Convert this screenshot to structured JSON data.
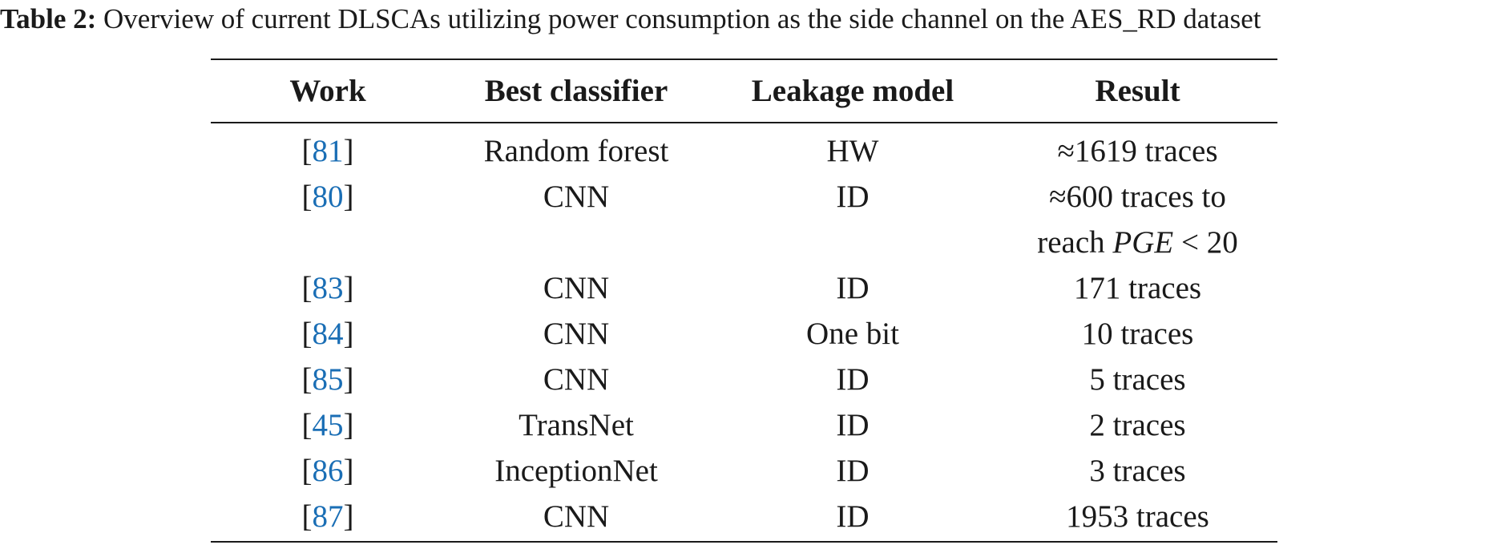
{
  "caption": {
    "label": "Table 2:",
    "text": "Overview of current DLSCAs utilizing power consumption as the side channel on the AES_RD dataset"
  },
  "table": {
    "headers": [
      "Work",
      "Best classifier",
      "Leakage model",
      "Result"
    ],
    "rows": [
      {
        "ref": "81",
        "classifier": "Random forest",
        "model": "HW",
        "result_line1": "≈1619 traces"
      },
      {
        "ref": "80",
        "classifier": "CNN",
        "model": "ID",
        "result_line1": "≈600 traces to",
        "result_line2_pre": "reach ",
        "result_line2_math": "PGE",
        "result_line2_post": " < 20"
      },
      {
        "ref": "83",
        "classifier": "CNN",
        "model": "ID",
        "result_line1": "171 traces"
      },
      {
        "ref": "84",
        "classifier": "CNN",
        "model": "One bit",
        "result_line1": "10 traces"
      },
      {
        "ref": "85",
        "classifier": "CNN",
        "model": "ID",
        "result_line1": "5 traces"
      },
      {
        "ref": "45",
        "classifier": "TransNet",
        "model": "ID",
        "result_line1": "2 traces"
      },
      {
        "ref": "86",
        "classifier": "InceptionNet",
        "model": "ID",
        "result_line1": "3 traces"
      },
      {
        "ref": "87",
        "classifier": "CNN",
        "model": "ID",
        "result_line1": "1953 traces"
      }
    ]
  }
}
